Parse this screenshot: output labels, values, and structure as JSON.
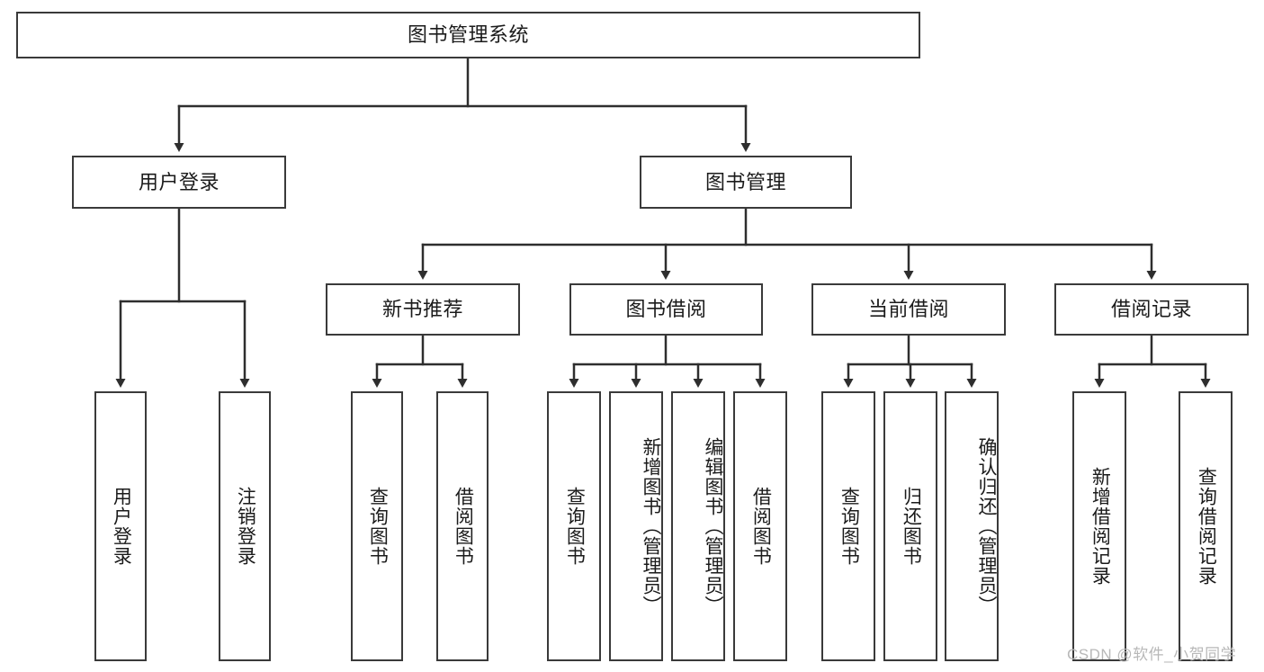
{
  "diagram": {
    "title": "图书管理系统",
    "type": "tree-hierarchy",
    "colors": {
      "background": "#ffffff",
      "stroke": "#3a3a3a",
      "text": "#1b1b1b",
      "watermark": "#b8b8b8"
    },
    "root": {
      "label": "图书管理系统"
    },
    "level2": [
      {
        "label": "用户登录"
      },
      {
        "label": "图书管理"
      }
    ],
    "level3": [
      {
        "label": "新书推荐"
      },
      {
        "label": "图书借阅"
      },
      {
        "label": "当前借阅"
      },
      {
        "label": "借阅记录"
      }
    ],
    "leaves": {
      "user_login": [
        {
          "label": "用户登录"
        },
        {
          "label": "注销登录"
        }
      ],
      "new_book_recommend": [
        {
          "label": "查询图书"
        },
        {
          "label": "借阅图书"
        }
      ],
      "book_borrow": [
        {
          "label": "查询图书"
        },
        {
          "label": "新增图书（管理员）"
        },
        {
          "label": "编辑图书（管理员）"
        },
        {
          "label": "借阅图书"
        }
      ],
      "current_borrow": [
        {
          "label": "查询图书"
        },
        {
          "label": "归还图书"
        },
        {
          "label": "确认归还（管理员）"
        }
      ],
      "borrow_record": [
        {
          "label": "新增借阅记录"
        },
        {
          "label": "查询借阅记录"
        }
      ]
    }
  },
  "watermark": {
    "text": "CSDN @软件_小贺同学"
  }
}
